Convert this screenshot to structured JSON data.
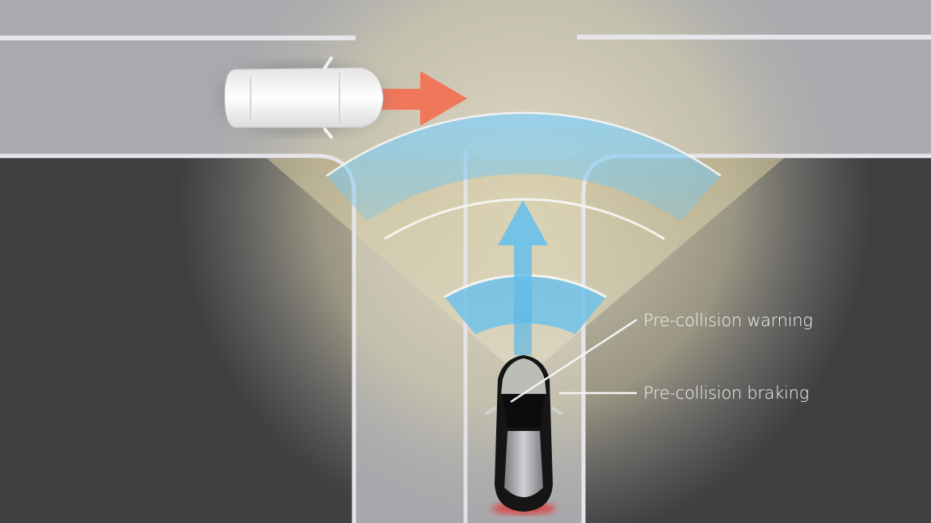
{
  "diagram": {
    "title": "Pre-collision system intersection diagram",
    "labels": {
      "warning": "Pre-collision warning",
      "braking": "Pre-collision braking"
    },
    "colors": {
      "road": "#a9a9ae",
      "block": "#3f3f41",
      "lane_line": "#e6e6ea",
      "sensor_cone": "#d8cfa8",
      "radar_wave": "#7ec8ec",
      "crossing_arrow": "#f0775a",
      "travel_arrow": "#6fc2ea",
      "brake_light": "#e03a3a"
    },
    "elements": {
      "crossing_vehicle": "white car travelling right",
      "ego_vehicle": "silver car travelling up",
      "radar_arcs": 3
    }
  }
}
